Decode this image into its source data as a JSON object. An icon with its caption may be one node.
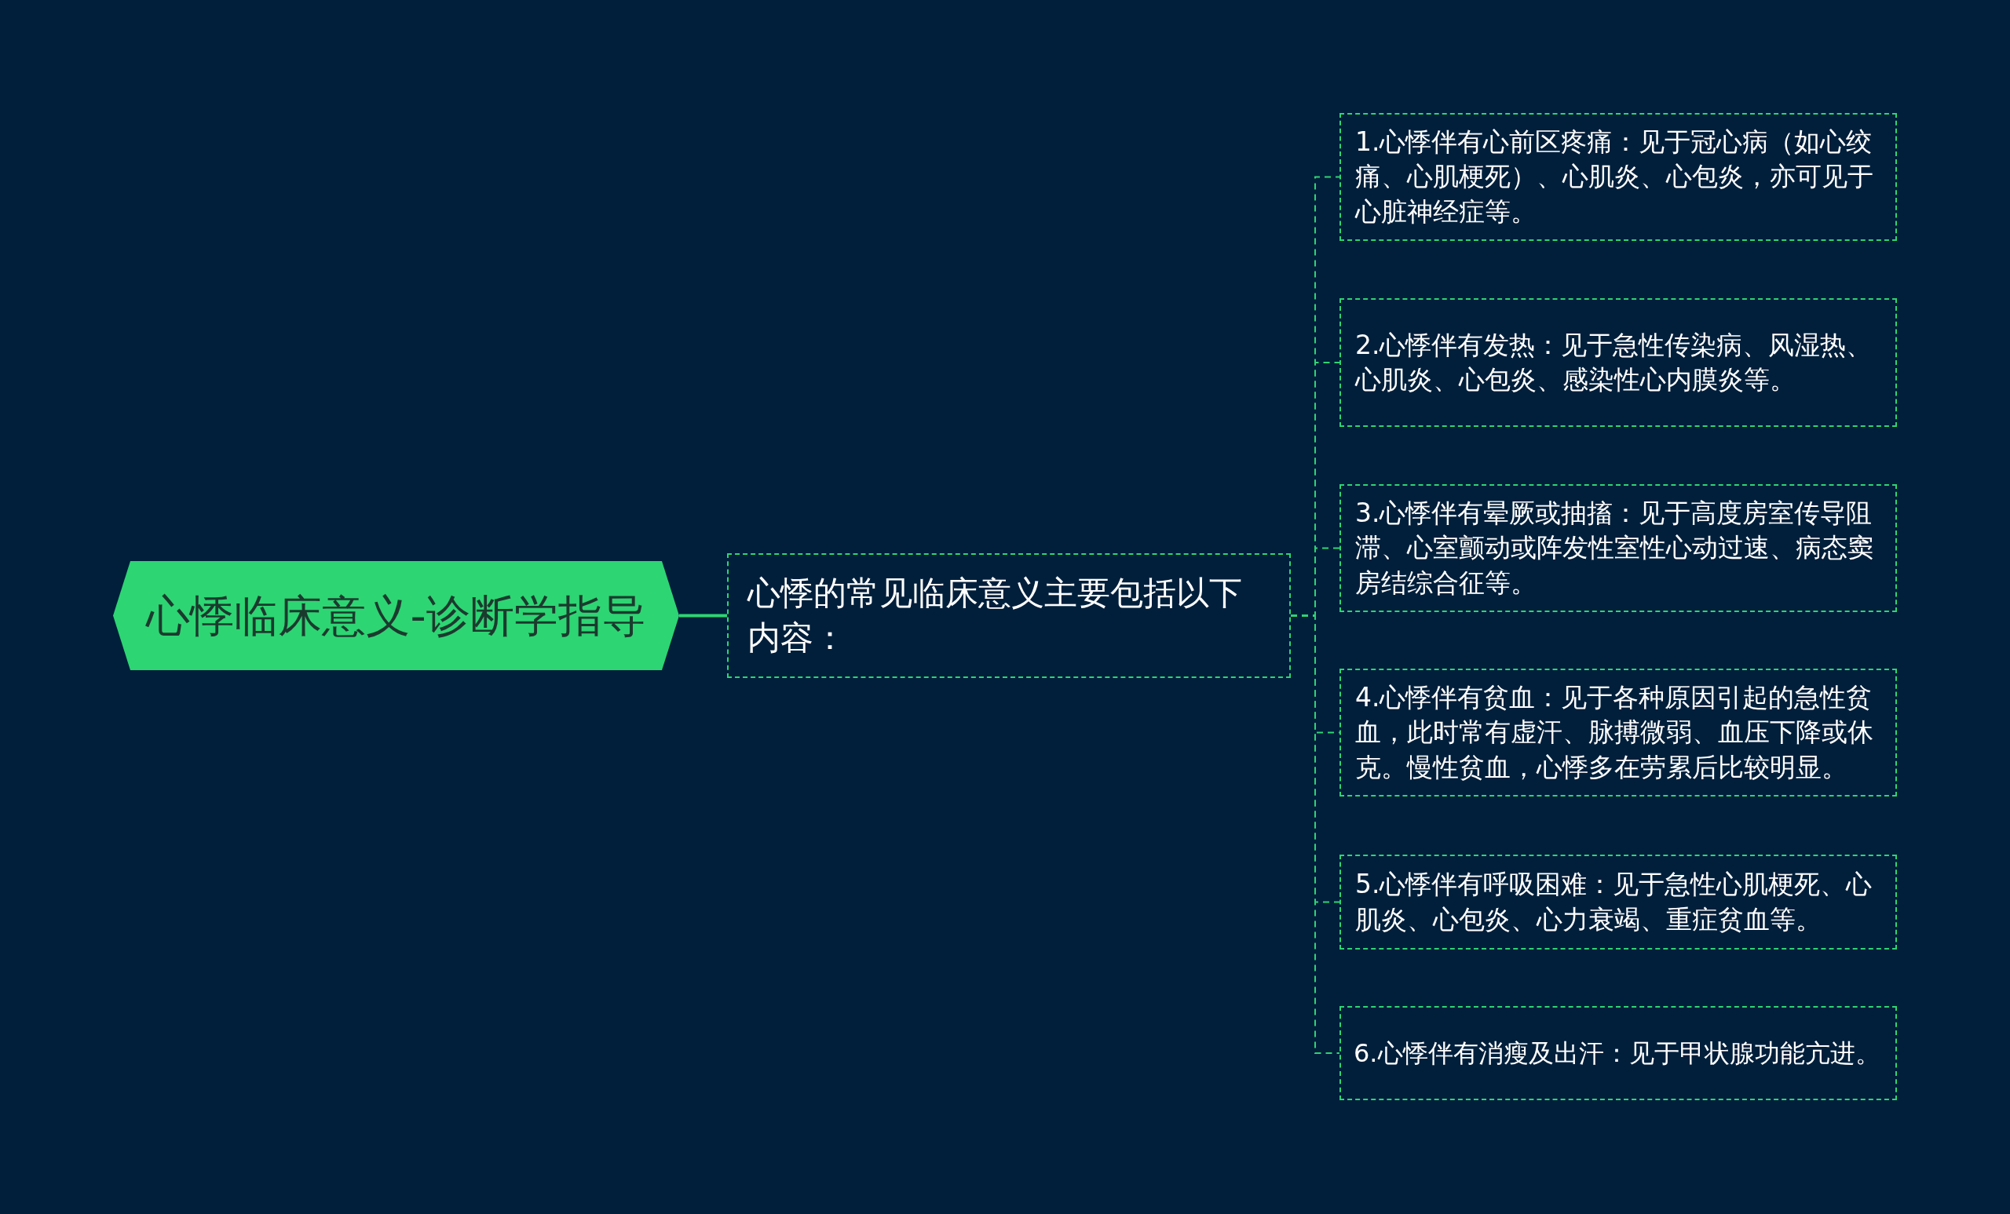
{
  "diagram": {
    "nodes": [
      {
        "text": [
          "心悸临床意义-诊断学指导"
        ]
      },
      {
        "text": [
          "心悸的常见临床意义主要包括以下内容："
        ]
      },
      {
        "text": [
          "1.心悸伴有心前区疼痛：见于冠心病（如心绞痛、心肌梗死）、心肌炎、心包炎，亦可见于心脏神经症等。"
        ]
      },
      {
        "text": [
          "2.心悸伴有发热：见于急性传染病、风湿热、心肌炎、心包炎、感染性心内膜炎等。"
        ]
      },
      {
        "text": [
          "3.心悸伴有晕厥或抽搐：见于高度房室传导阻滞、心室颤动或阵发性室性心动过速、病态窦房结综合征等。"
        ]
      },
      {
        "text": [
          "4.心悸伴有贫血：见于各种原因引起的急性贫血，此时常有虚汗、脉搏微弱、血压下降或休克。慢性贫血，心悸多在劳累后比较明显。"
        ]
      },
      {
        "text": [
          "5.心悸伴有呼吸困难：见于急性心肌梗死、心肌炎、心包炎、心力衰竭、重症贫血等。"
        ]
      },
      {
        "text": [
          "6.心悸伴有消瘦及出汗：见于甲状腺功能亢进。"
        ]
      }
    ],
    "edges": [
      {
        "from": 0,
        "to": 1,
        "arrow": "none"
      },
      {
        "from": 1,
        "to": 2,
        "arrow": "none",
        "style": "dashed"
      },
      {
        "from": 1,
        "to": 3,
        "arrow": "none",
        "style": "dashed"
      },
      {
        "from": 1,
        "to": 4,
        "arrow": "none",
        "style": "dashed"
      },
      {
        "from": 1,
        "to": 5,
        "arrow": "none",
        "style": "dashed"
      },
      {
        "from": 1,
        "to": 6,
        "arrow": "none",
        "style": "dashed"
      },
      {
        "from": 1,
        "to": 7,
        "arrow": "none",
        "style": "dashed"
      }
    ]
  }
}
